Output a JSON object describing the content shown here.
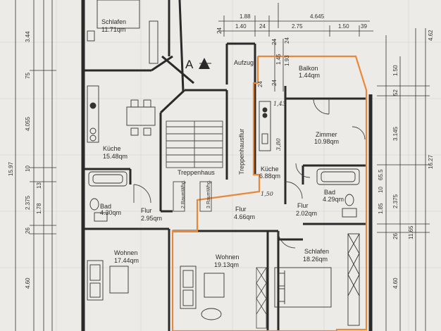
{
  "rooms": {
    "schlafen_top": {
      "name": "Schlafen",
      "area": "11.71qm"
    },
    "kueche_left": {
      "name": "Küche",
      "area": "15.48qm"
    },
    "bad_left": {
      "name": "Bad",
      "area": "4.30qm"
    },
    "flur_left": {
      "name": "Flur",
      "area": "2.95qm"
    },
    "treppenhaus": {
      "name": "Treppenhaus"
    },
    "treppenhausflur": {
      "name": "Treppenhausflur"
    },
    "aufzug": {
      "name": "Aufzug"
    },
    "balkon": {
      "name": "Balkon",
      "area": "1.44qm"
    },
    "zimmer": {
      "name": "Zimmer",
      "area": "10.98qm"
    },
    "kueche_right": {
      "name": "Küche",
      "area": "6.88qm"
    },
    "bad_right": {
      "name": "Bad",
      "area": "4.29qm"
    },
    "flur_mid": {
      "name": "Flur",
      "area": "4.66qm"
    },
    "flur_right": {
      "name": "Flur",
      "area": "2.02qm"
    },
    "wohnen_left": {
      "name": "Wohnen",
      "area": "17.44qm"
    },
    "wohnen_mid": {
      "name": "Wohnen",
      "area": "19.13qm"
    },
    "schlafen_right": {
      "name": "Schlafen",
      "area": "18.26qm"
    }
  },
  "stair_labels": {
    "left": "2 RaumWhg.",
    "right": "3 RaumWhg."
  },
  "section_marker": "A",
  "dims_top": {
    "row1": [
      "1.88",
      "4.645"
    ],
    "row2": [
      "1.40",
      "24",
      "2.75",
      "1.50",
      "39"
    ],
    "small": [
      "24",
      "24",
      "24",
      "24"
    ]
  },
  "dims_vertical_top": [
    "1.45",
    "1.93",
    "24"
  ],
  "dims_left_outer": [
    "15.97"
  ],
  "dims_left_inner": [
    "3.44",
    "75",
    "4.055",
    "10",
    "2.375",
    "13",
    "1.78",
    "26",
    "4.60"
  ],
  "dims_right_inner": [
    "1.50",
    "52",
    "3.145",
    "65.5",
    "10",
    "1.85",
    "2.375",
    "26",
    "4.60"
  ],
  "dims_right_outer": [
    "4.62",
    "16.27",
    "11.65"
  ],
  "hand_notes": [
    "1,43",
    "3,80",
    "1,50"
  ],
  "colors": {
    "orange_outline": "#e8893a",
    "wall": "#2a2a2a",
    "paper": "#ecebe8"
  }
}
